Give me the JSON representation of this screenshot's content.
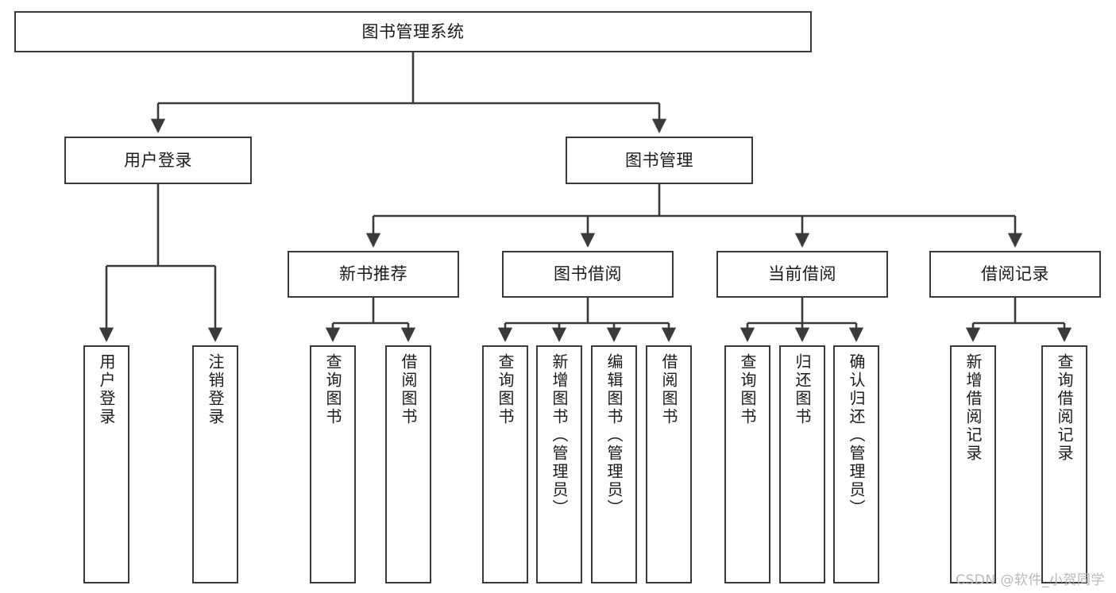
{
  "diagram": {
    "title": "图书管理系统",
    "type": "tree-hierarchy-chart",
    "stroke_color": "#3a3a3a",
    "text_color": "#1a1a1a",
    "background": "#ffffff"
  },
  "nodes": {
    "root": {
      "label": "图书管理系统"
    },
    "level2": [
      {
        "label": "用户登录"
      },
      {
        "label": "图书管理"
      }
    ],
    "level3": [
      {
        "label": "新书推荐"
      },
      {
        "label": "图书借阅"
      },
      {
        "label": "当前借阅"
      },
      {
        "label": "借阅记录"
      }
    ],
    "leaves_user_login": [
      {
        "label": "用户登录"
      },
      {
        "label": "注销登录"
      }
    ],
    "leaves_new_books": [
      {
        "label": "查询图书"
      },
      {
        "label": "借阅图书"
      }
    ],
    "leaves_borrow": [
      {
        "label": "查询图书"
      },
      {
        "label": "新增图书（管理员）"
      },
      {
        "label": "编辑图书（管理员）"
      },
      {
        "label": "借阅图书"
      }
    ],
    "leaves_current": [
      {
        "label": "查询图书"
      },
      {
        "label": "归还图书"
      },
      {
        "label": "确认归还（管理员）"
      }
    ],
    "leaves_records": [
      {
        "label": "新增借阅记录"
      },
      {
        "label": "查询借阅记录"
      }
    ]
  },
  "watermark": {
    "text": "CSDN @软件_小贺同学"
  }
}
